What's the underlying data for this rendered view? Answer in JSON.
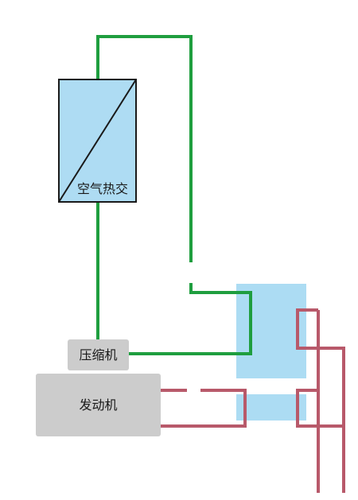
{
  "components": {
    "air_heat_exchanger": {
      "label": "空气热交"
    },
    "compressor": {
      "label": "压缩机"
    },
    "engine": {
      "label": "发动机"
    }
  },
  "colors": {
    "refrigerant_line": "#1f9e3f",
    "coolant_line": "#b8596a",
    "water_tank": "#acdcf3",
    "heat_exchanger_fill": "#aedcf3",
    "machine_box": "#cccccc",
    "outline": "#1a1a1a"
  }
}
